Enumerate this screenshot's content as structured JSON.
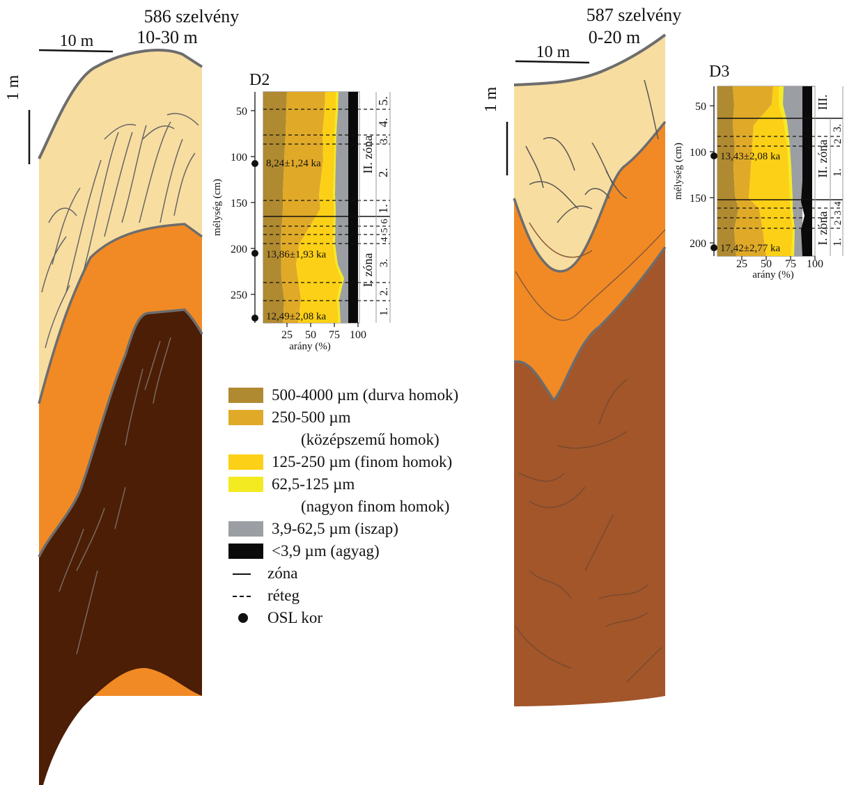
{
  "profile586": {
    "title": "586 szelvény",
    "range": "10-30 m",
    "hscale": "10 m",
    "vscale": "1 m"
  },
  "profile587": {
    "title": "587 szelvény",
    "range": "0-20 m",
    "hscale": "10 m",
    "vscale": "1 m"
  },
  "d2": {
    "title": "D2",
    "ylabel": "mélység (cm)",
    "xlabel": "arány (%)",
    "yticks": [
      "50",
      "100",
      "150",
      "200",
      "250"
    ],
    "xticks": [
      "25",
      "50",
      "75",
      "100"
    ],
    "zones": [
      "II. zóna",
      "I. zóna"
    ],
    "layers_zone2": [
      "5.",
      "4.",
      "3.",
      "2.",
      "1."
    ],
    "layers_zone1": [
      "6",
      "5",
      "4",
      "3.",
      "2.",
      "1."
    ],
    "osl": [
      "8,24±1,24 ka",
      "13,86±1,93 ka",
      "12,49±2,08 ka"
    ]
  },
  "d3": {
    "title": "D3",
    "ylabel": "mélység (cm)",
    "xlabel": "arány (%)",
    "yticks": [
      "50",
      "100",
      "150",
      "200"
    ],
    "xticks": [
      "25",
      "50",
      "75",
      "100"
    ],
    "zones": [
      "III.",
      "II. zóna",
      "I. zóna"
    ],
    "layers_zone2": [
      "3.",
      "2",
      "1."
    ],
    "layers_zone1": [
      "4",
      "3",
      "2",
      "1."
    ],
    "osl": [
      "13,43±2,08 ka",
      "17,42±2,77 ka"
    ]
  },
  "legend": {
    "items": [
      {
        "label": "500-4000 µm (durva homok)",
        "color": "#b08a30"
      },
      {
        "label": "250-500 µm",
        "sub": "(középszemű homok)",
        "color": "#e0aa28"
      },
      {
        "label": "125-250 µm (finom homok)",
        "color": "#fcd016"
      },
      {
        "label": "62,5-125 µm",
        "sub": "(nagyon finom homok)",
        "color": "#f4ea22"
      },
      {
        "label": "3,9-62,5 µm (iszap)",
        "color": "#9b9ea2"
      },
      {
        "label": "<3,9 µm (agyag)",
        "color": "#0a0a0a"
      }
    ],
    "zone": "zóna",
    "layer": "réteg",
    "osl": "OSL kor"
  },
  "colors": {
    "sand_light": "#f8dda0",
    "orange": "#f18a25",
    "dark_brown": "#4b1e05",
    "brown": "#a2562a",
    "outline": "#6d6d6d"
  }
}
